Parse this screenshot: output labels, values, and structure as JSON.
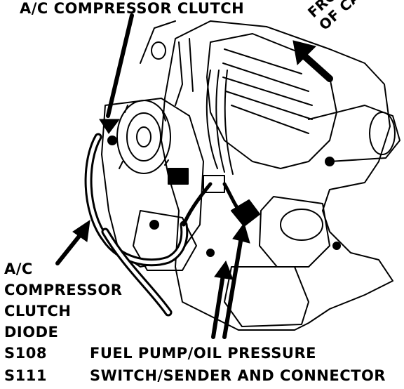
{
  "labels": {
    "compressor_clutch": "A/C COMPRESSOR CLUTCH",
    "front_of_car": [
      "FRONT",
      "OF CAR"
    ],
    "diode": [
      "A/C",
      "COMPRESSOR",
      "CLUTCH",
      "DIODE"
    ],
    "splice_1": "S108",
    "splice_2": "S111",
    "fuel_pump_line1": "FUEL PUMP/OIL PRESSURE",
    "fuel_pump_line2": "SWITCH/SENDER AND CONNECTOR"
  },
  "colors": {
    "ink": "#000000",
    "paper": "#ffffff"
  }
}
